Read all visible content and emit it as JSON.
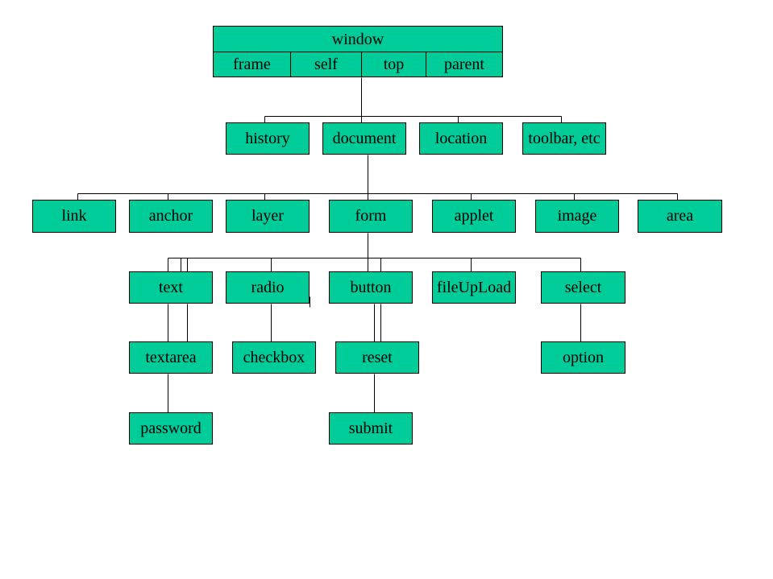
{
  "window": {
    "label": "window",
    "properties": [
      "frame",
      "self",
      "top",
      "parent"
    ]
  },
  "level1": [
    "history",
    "document",
    "location",
    "toolbar, etc"
  ],
  "level2": [
    "link",
    "anchor",
    "layer",
    "form",
    "applet",
    "image",
    "area"
  ],
  "level3": [
    "text",
    "radio",
    "button",
    "fileUpLoad",
    "select"
  ],
  "level4": [
    "textarea",
    "checkbox",
    "reset",
    "option"
  ],
  "level5": [
    "password",
    "submit"
  ],
  "colors": {
    "node_fill": "#00cc99",
    "line": "#000000",
    "background": "#ffffff"
  }
}
